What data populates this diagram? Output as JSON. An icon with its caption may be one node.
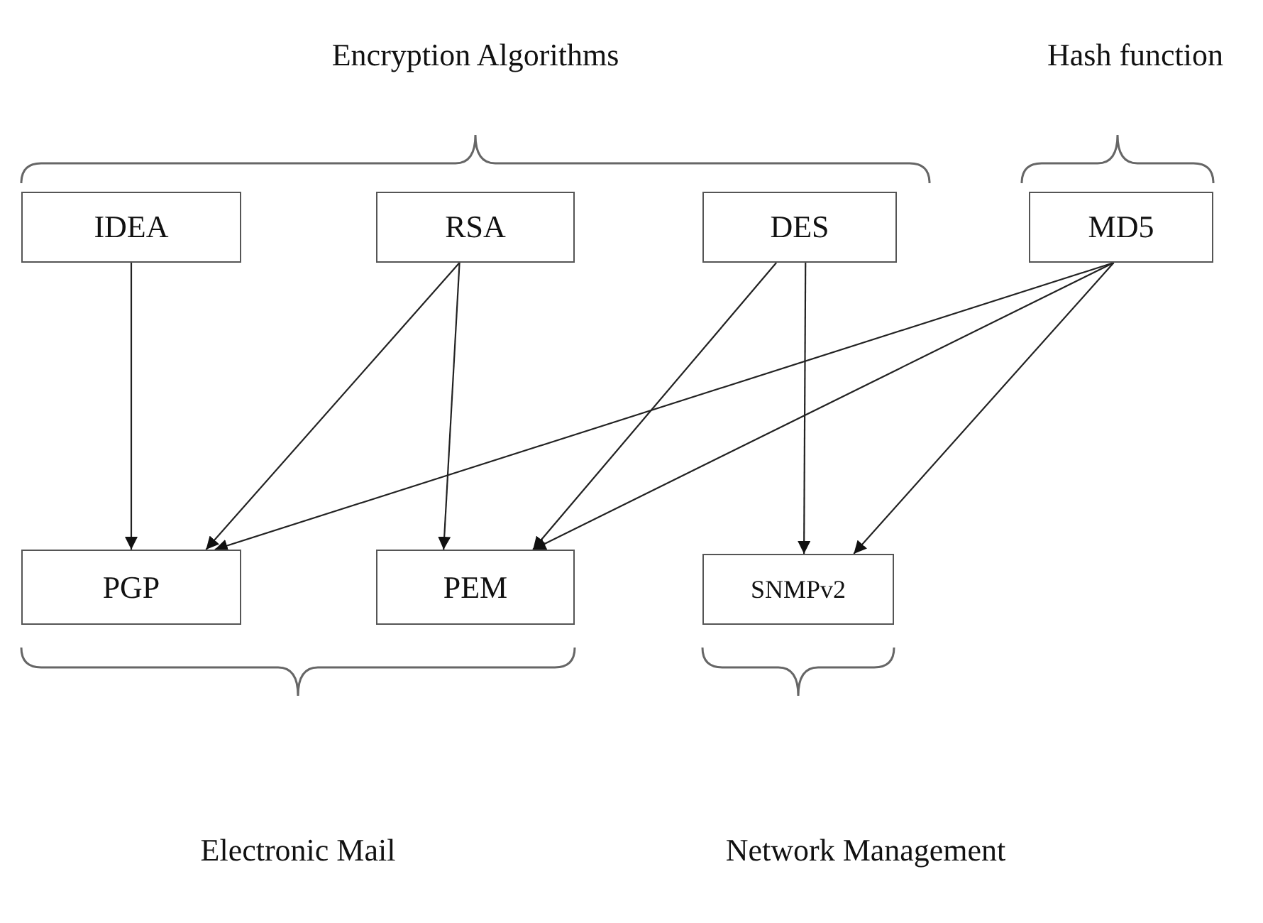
{
  "diagram": {
    "nodes": [
      {
        "text": [
          "IDEA"
        ]
      },
      {
        "text": [
          "RSA"
        ]
      },
      {
        "text": [
          "DES"
        ]
      },
      {
        "text": [
          "MD5"
        ]
      },
      {
        "text": [
          "PGP"
        ]
      },
      {
        "text": [
          "PEM"
        ]
      },
      {
        "text": [
          "SNMPv2"
        ]
      }
    ],
    "edges": [
      {
        "from": 0,
        "to": 4,
        "arrow": "to"
      },
      {
        "from": 1,
        "to": 4,
        "arrow": "to"
      },
      {
        "from": 1,
        "to": 5,
        "arrow": "to"
      },
      {
        "from": 2,
        "to": 5,
        "arrow": "to"
      },
      {
        "from": 2,
        "to": 6,
        "arrow": "to"
      },
      {
        "from": 3,
        "to": 4,
        "arrow": "to"
      },
      {
        "from": 3,
        "to": 5,
        "arrow": "to"
      },
      {
        "from": 3,
        "to": 6,
        "arrow": "to"
      }
    ],
    "labels": [
      "Encryption Algorithms",
      "Hash function",
      "Electronic Mail",
      "Network Management"
    ]
  }
}
